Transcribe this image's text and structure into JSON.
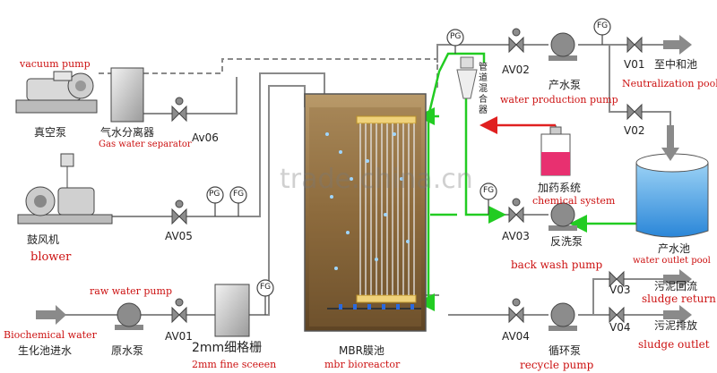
{
  "labels": {
    "vacuum_pump_en": "vacuum pump",
    "vacuum_pump_cn": "真空泵",
    "gas_separator_cn": "气水分离器",
    "gas_separator_en": "Gas water separator",
    "av06": "Av06",
    "pg1": "PG",
    "fg1": "FG",
    "blower_cn": "鼓风机",
    "blower_en": "blower",
    "av05": "AV05",
    "raw_water_pump_en": "raw water pump",
    "fg2": "FG",
    "biochem_water_en": "Biochemical water",
    "biochem_water_cn": "生化池进水",
    "raw_pump_cn": "原水泵",
    "av01": "AV01",
    "screen_cn": "2mm细格栅",
    "screen_en": "2mm fine sceeen",
    "mbr_cn": "MBR膜池",
    "mbr_en": "mbr bioreactor",
    "pg2": "PG",
    "mixer_cn": "管道混合器",
    "av02": "AV02",
    "prod_pump_cn": "产水泵",
    "prod_pump_en": "water production pump",
    "fg3": "FG",
    "v01": "V01",
    "neut_cn": "至中和池",
    "neut_en": "Neutralization pool",
    "v02": "V02",
    "chem_cn": "加药系统",
    "chem_en": "chemical system",
    "fg4": "FG",
    "av03": "AV03",
    "backwash_cn": "反洗泵",
    "backwash_en": "back wash pump",
    "outlet_cn": "产水池",
    "outlet_en": "water outlet pool",
    "v03": "V03",
    "return_cn": "污泥回流",
    "return_en": "sludge return",
    "v04": "V04",
    "discharge_cn": "污泥排放",
    "discharge_en": "sludge outlet",
    "av04": "AV04",
    "recycle_cn": "循环泵",
    "recycle_en": "recycle pump",
    "watermark": "trade.china.cn"
  },
  "colors": {
    "pipe": "#8a8a8a",
    "backwash_line": "#22cc22",
    "chemical_line": "#e02020",
    "tank_fill": "#8b6a3e",
    "label_red": "#cc1111",
    "outlet_water": "#3d9ae0"
  }
}
